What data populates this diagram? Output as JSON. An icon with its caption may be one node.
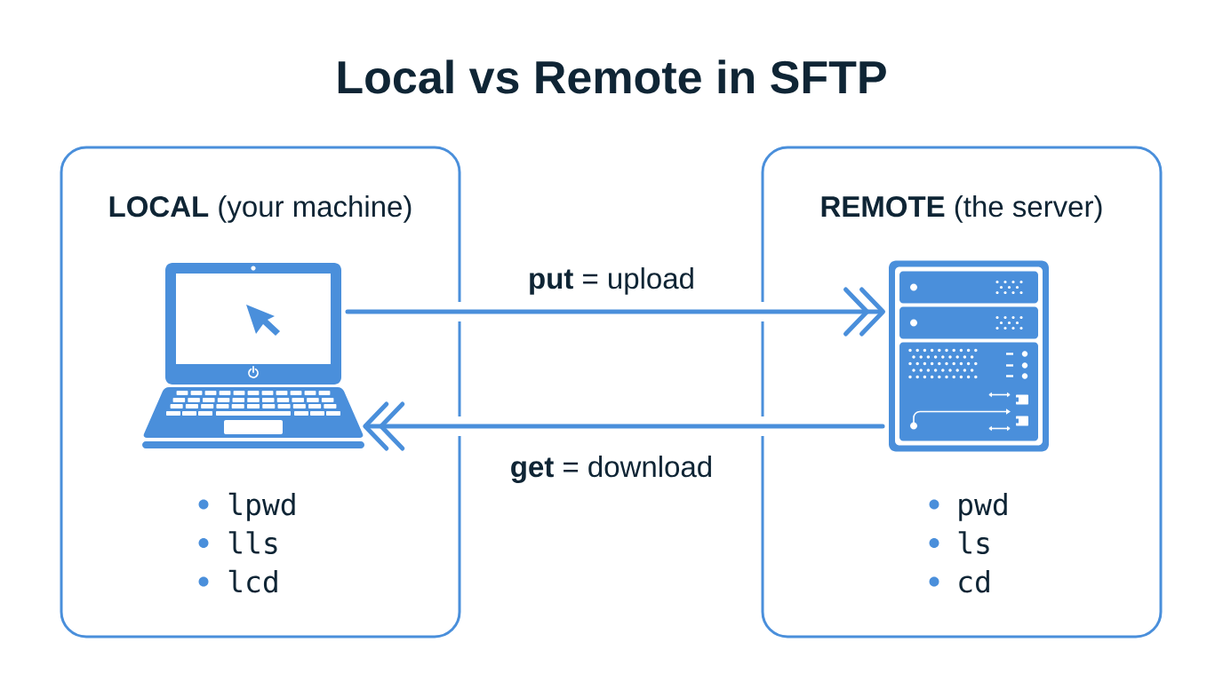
{
  "diagram": {
    "title": "Local vs Remote in SFTP",
    "nodes": [
      {
        "text": [
          "**LOCAL** (your machine)",
          "lpwd",
          "lls",
          "lcd"
        ]
      },
      {
        "text": [],
        "shape": "picture",
        "in": 0
      },
      {
        "text": [
          "**REMOTE** (the server)",
          "pwd",
          "ls",
          "cd"
        ]
      },
      {
        "text": [],
        "shape": "picture",
        "in": 2
      }
    ],
    "edges": [
      {
        "from": 1,
        "to": 3,
        "arrow": "to",
        "label": "**put** = upload"
      },
      {
        "from": 3,
        "to": 1,
        "arrow": "to",
        "label": "**get** = download"
      }
    ]
  }
}
